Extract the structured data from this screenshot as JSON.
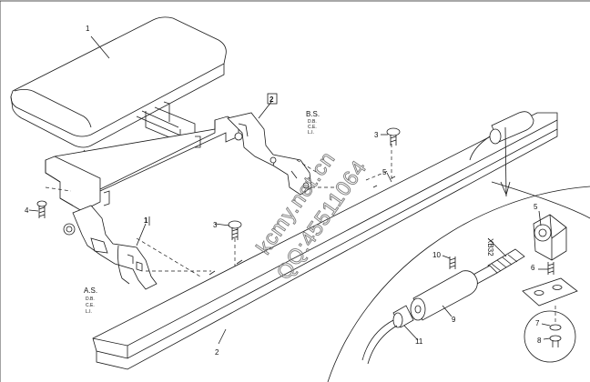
{
  "callouts": {
    "c1_top": "1",
    "c1_boxed": "1",
    "c2_boxed": "2",
    "c2_bottom": "2",
    "c3_left": "3",
    "c3_right": "3",
    "c4": "4",
    "c5_left": "5",
    "c5_right": "5",
    "c6": "6",
    "c7": "7",
    "c8": "8",
    "c9": "9",
    "c10": "10",
    "c11": "11",
    "xb32": "XB32"
  },
  "variants_bs": {
    "title": "B.S.",
    "l1": "D.B.",
    "l2": "C.E.",
    "l3": "L.I."
  },
  "variants_as": {
    "title": "A.S.",
    "l1": "D.B.",
    "l2": "C.E.",
    "l3": "L.I."
  },
  "watermark": {
    "line1": "kcmy.net.cn",
    "line2": "QQ:45511064"
  }
}
